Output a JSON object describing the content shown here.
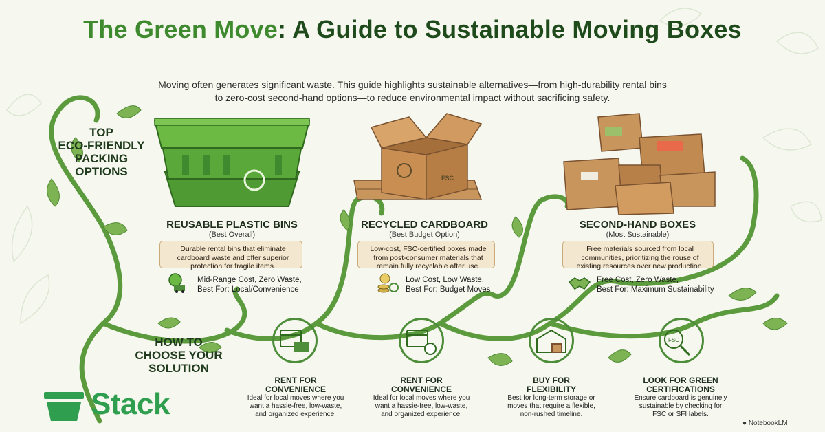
{
  "header": {
    "title_highlight": "The Green Move",
    "title_rest": ": A Guide to Sustainable Moving Boxes",
    "intro": "Moving often generates significant waste. This guide highlights sustainable alternatives—from high-durability rental bins to zero-cost second-hand options—to reduce environmental impact without sacrificing safety."
  },
  "top_section": {
    "line1": "TOP",
    "line2": "ECO-FRIENDLY",
    "line3": "PACKING",
    "line4": "OPTIONS"
  },
  "options": [
    {
      "title": "REUSABLE PLASTIC BINS",
      "subtitle": "(Best Overall)",
      "description": "Durable rental bins that eliminate cardboard waste and offer superior protection for fragile items.",
      "stats_line1": "Mid-Range Cost, Zero Waste,",
      "stats_line2": "Best For: Local/Convenience",
      "icon": "globe-truck-icon"
    },
    {
      "title": "RECYCLED CARDBOARD",
      "subtitle": "(Best Budget Option)",
      "description": "Low-cost, FSC-certified boxes made from post-consumer materials that remain fully recyclable after use.",
      "stats_line1": "Low Cost, Low Waste,",
      "stats_line2": "Best For: Budget Moves",
      "icon": "coins-recycle-icon",
      "box_label": "FSC"
    },
    {
      "title": "SECOND-HAND BOXES",
      "subtitle": "(Most Sustainable)",
      "description": "Free materials sourced from local communities, prioritizing the rouse of existing resources over new production.",
      "stats_line1": "Free Cost, Zero Waste,",
      "stats_line2": "Best For: Maximum Sustainability",
      "icon": "handshake-icon"
    }
  ],
  "how_section": {
    "line1": "HOW TO",
    "line2": "CHOOSE YOUR",
    "line3": "SOLUTION"
  },
  "steps": [
    {
      "title_line1": "RENT FOR",
      "title_line2": "CONVENIENCE",
      "desc_line1": "Ideal for local moves where you",
      "desc_line2": "want a hassie-free, low-waste,",
      "desc_line3": "and organized experience.",
      "icon": "calendar-truck-icon"
    },
    {
      "title_line1": "RENT FOR",
      "title_line2": "CONVENIENCE",
      "desc_line1": "Ideal for local moves where you",
      "desc_line2": "want a hassie-free, low-waste,",
      "desc_line3": "and organized experience.",
      "icon": "calendar-clock-icon"
    },
    {
      "title_line1": "BUY FOR",
      "title_line2": "FLEXIBILITY",
      "desc_line1": "Best for long-term storage or",
      "desc_line2": "moves that require a flexible,",
      "desc_line3": "non-rushed timeline.",
      "icon": "warehouse-box-icon"
    },
    {
      "title_line1": "LOOK FOR GREEN",
      "title_line2": "CERTIFICATIONS",
      "desc_line1": "Ensure cardboard is genuinely",
      "desc_line2": "sustainable by checking for",
      "desc_line3": "FSC or SFI labels.",
      "icon": "fsc-magnifier-icon",
      "badge": "FSC"
    }
  ],
  "brand": {
    "name": "Stack"
  },
  "credit": {
    "text": "NotebookLM"
  },
  "colors": {
    "background": "#f6f8ef",
    "title_dark": "#1f4a1c",
    "title_green": "#3f8a2e",
    "vine": "#5c9a3e",
    "leaf": "#7db352",
    "bin_green": "#5aa83a",
    "cardboard": "#c8955c",
    "tag": "#f3e7cf",
    "brand": "#2f9e4f"
  }
}
